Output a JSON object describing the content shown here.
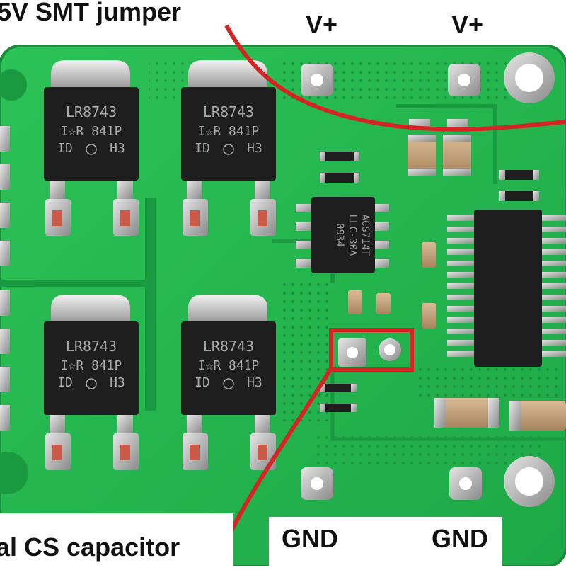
{
  "labels": {
    "jumper": "5V SMT jumper",
    "vplus_left": "V+",
    "vplus_right": "V+",
    "cs_capacitor": "al CS capacitor",
    "gnd_left": "GND",
    "gnd_right": "GND"
  },
  "mosfets": [
    {
      "line1": "LR8743",
      "line2": "I☆R 841P",
      "line3": "ID",
      "line4": "H3"
    },
    {
      "line1": "LR8743",
      "line2": "I☆R 841P",
      "line3": "ID",
      "line4": "H3"
    },
    {
      "line1": "LR8743",
      "line2": "I☆R 841P",
      "line3": "ID",
      "line4": "H3"
    },
    {
      "line1": "LR8743",
      "line2": "I☆R 841P",
      "line3": "ID",
      "line4": "H3"
    }
  ],
  "sensor_chip": {
    "line1": "ACS714T",
    "line2": "LLC-30A",
    "line3": "0934"
  },
  "colors": {
    "board": "#22b14c",
    "board_dark": "#1a9a40",
    "highlight": "#d42525",
    "chip": "#1e1e1e",
    "tab": "#c9c9c9",
    "cap": "#c8a783"
  }
}
